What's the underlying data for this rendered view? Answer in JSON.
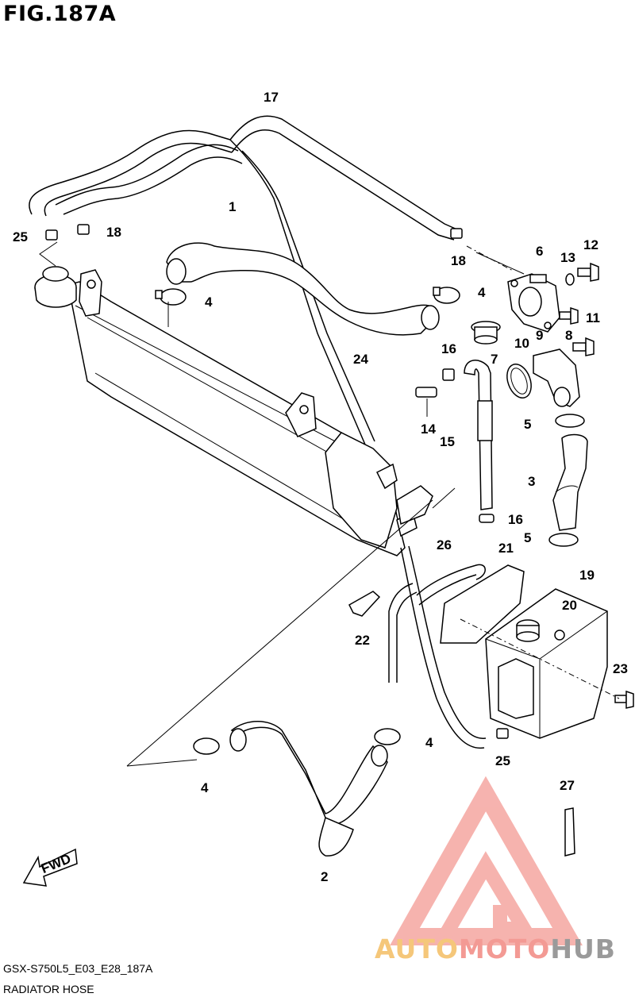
{
  "figure_title": "FIG.187A",
  "model_code": "GSX-S750L5_E03_E28_187A",
  "subtitle": "RADIATOR HOSE",
  "fwd_label": "FWD",
  "watermark": {
    "part1": "AUTO",
    "part2": "MOTO",
    "part3": "HUB",
    "colors": [
      "#f5c77a",
      "#f39a94",
      "#9a9a9a"
    ]
  },
  "callouts": [
    "17",
    "1",
    "25",
    "18",
    "18",
    "6",
    "13",
    "12",
    "4",
    "4",
    "8",
    "11",
    "24",
    "16",
    "7",
    "10",
    "9",
    "14",
    "15",
    "5",
    "3",
    "16",
    "5",
    "26",
    "21",
    "19",
    "22",
    "20",
    "23",
    "4",
    "4",
    "25",
    "27",
    "2"
  ]
}
